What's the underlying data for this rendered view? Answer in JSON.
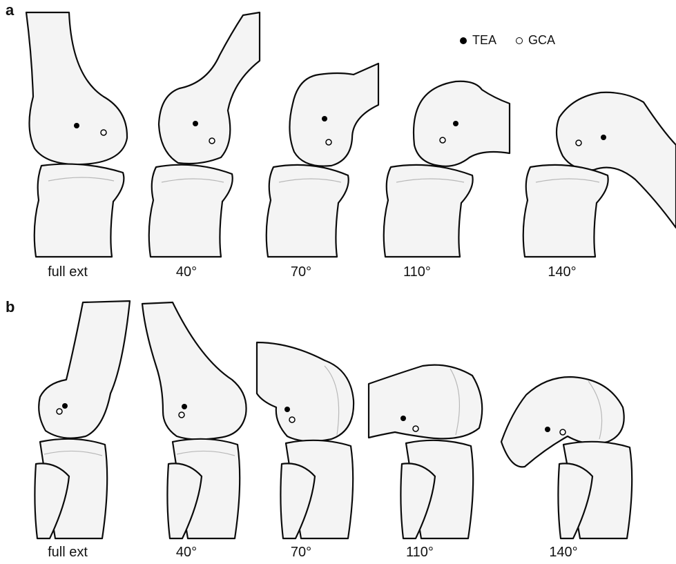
{
  "panels": [
    {
      "label": "a",
      "poses": [
        {
          "label": "full ext"
        },
        {
          "label": "40°"
        },
        {
          "label": "70°"
        },
        {
          "label": "110°"
        },
        {
          "label": "140°"
        }
      ]
    },
    {
      "label": "b",
      "poses": [
        {
          "label": "full ext"
        },
        {
          "label": "40°"
        },
        {
          "label": "70°"
        },
        {
          "label": "110°"
        },
        {
          "label": "140°"
        }
      ]
    }
  ],
  "legend": [
    {
      "label": "TEA",
      "marker": "filled-circle",
      "color": "#000000"
    },
    {
      "label": "GCA",
      "marker": "open-circle",
      "color": "#000000"
    }
  ]
}
